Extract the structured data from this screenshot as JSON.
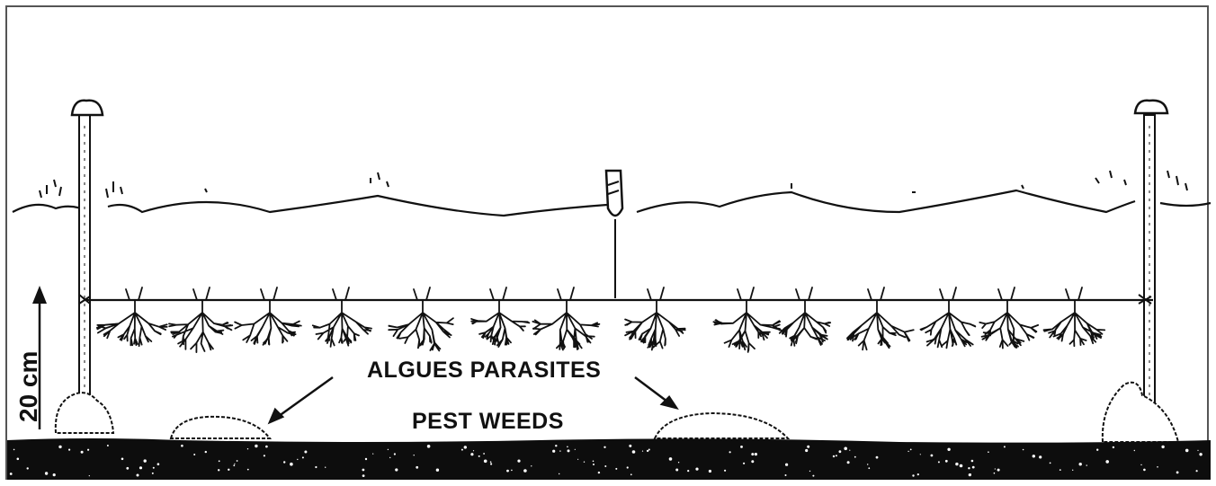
{
  "diagram": {
    "labels": {
      "french": "ALGUES PARASITES",
      "english": "PEST WEEDS",
      "scale": "20 cm"
    },
    "colors": {
      "ink": "#111111",
      "ground": "#0d0d0d",
      "frame": "#555555"
    }
  }
}
